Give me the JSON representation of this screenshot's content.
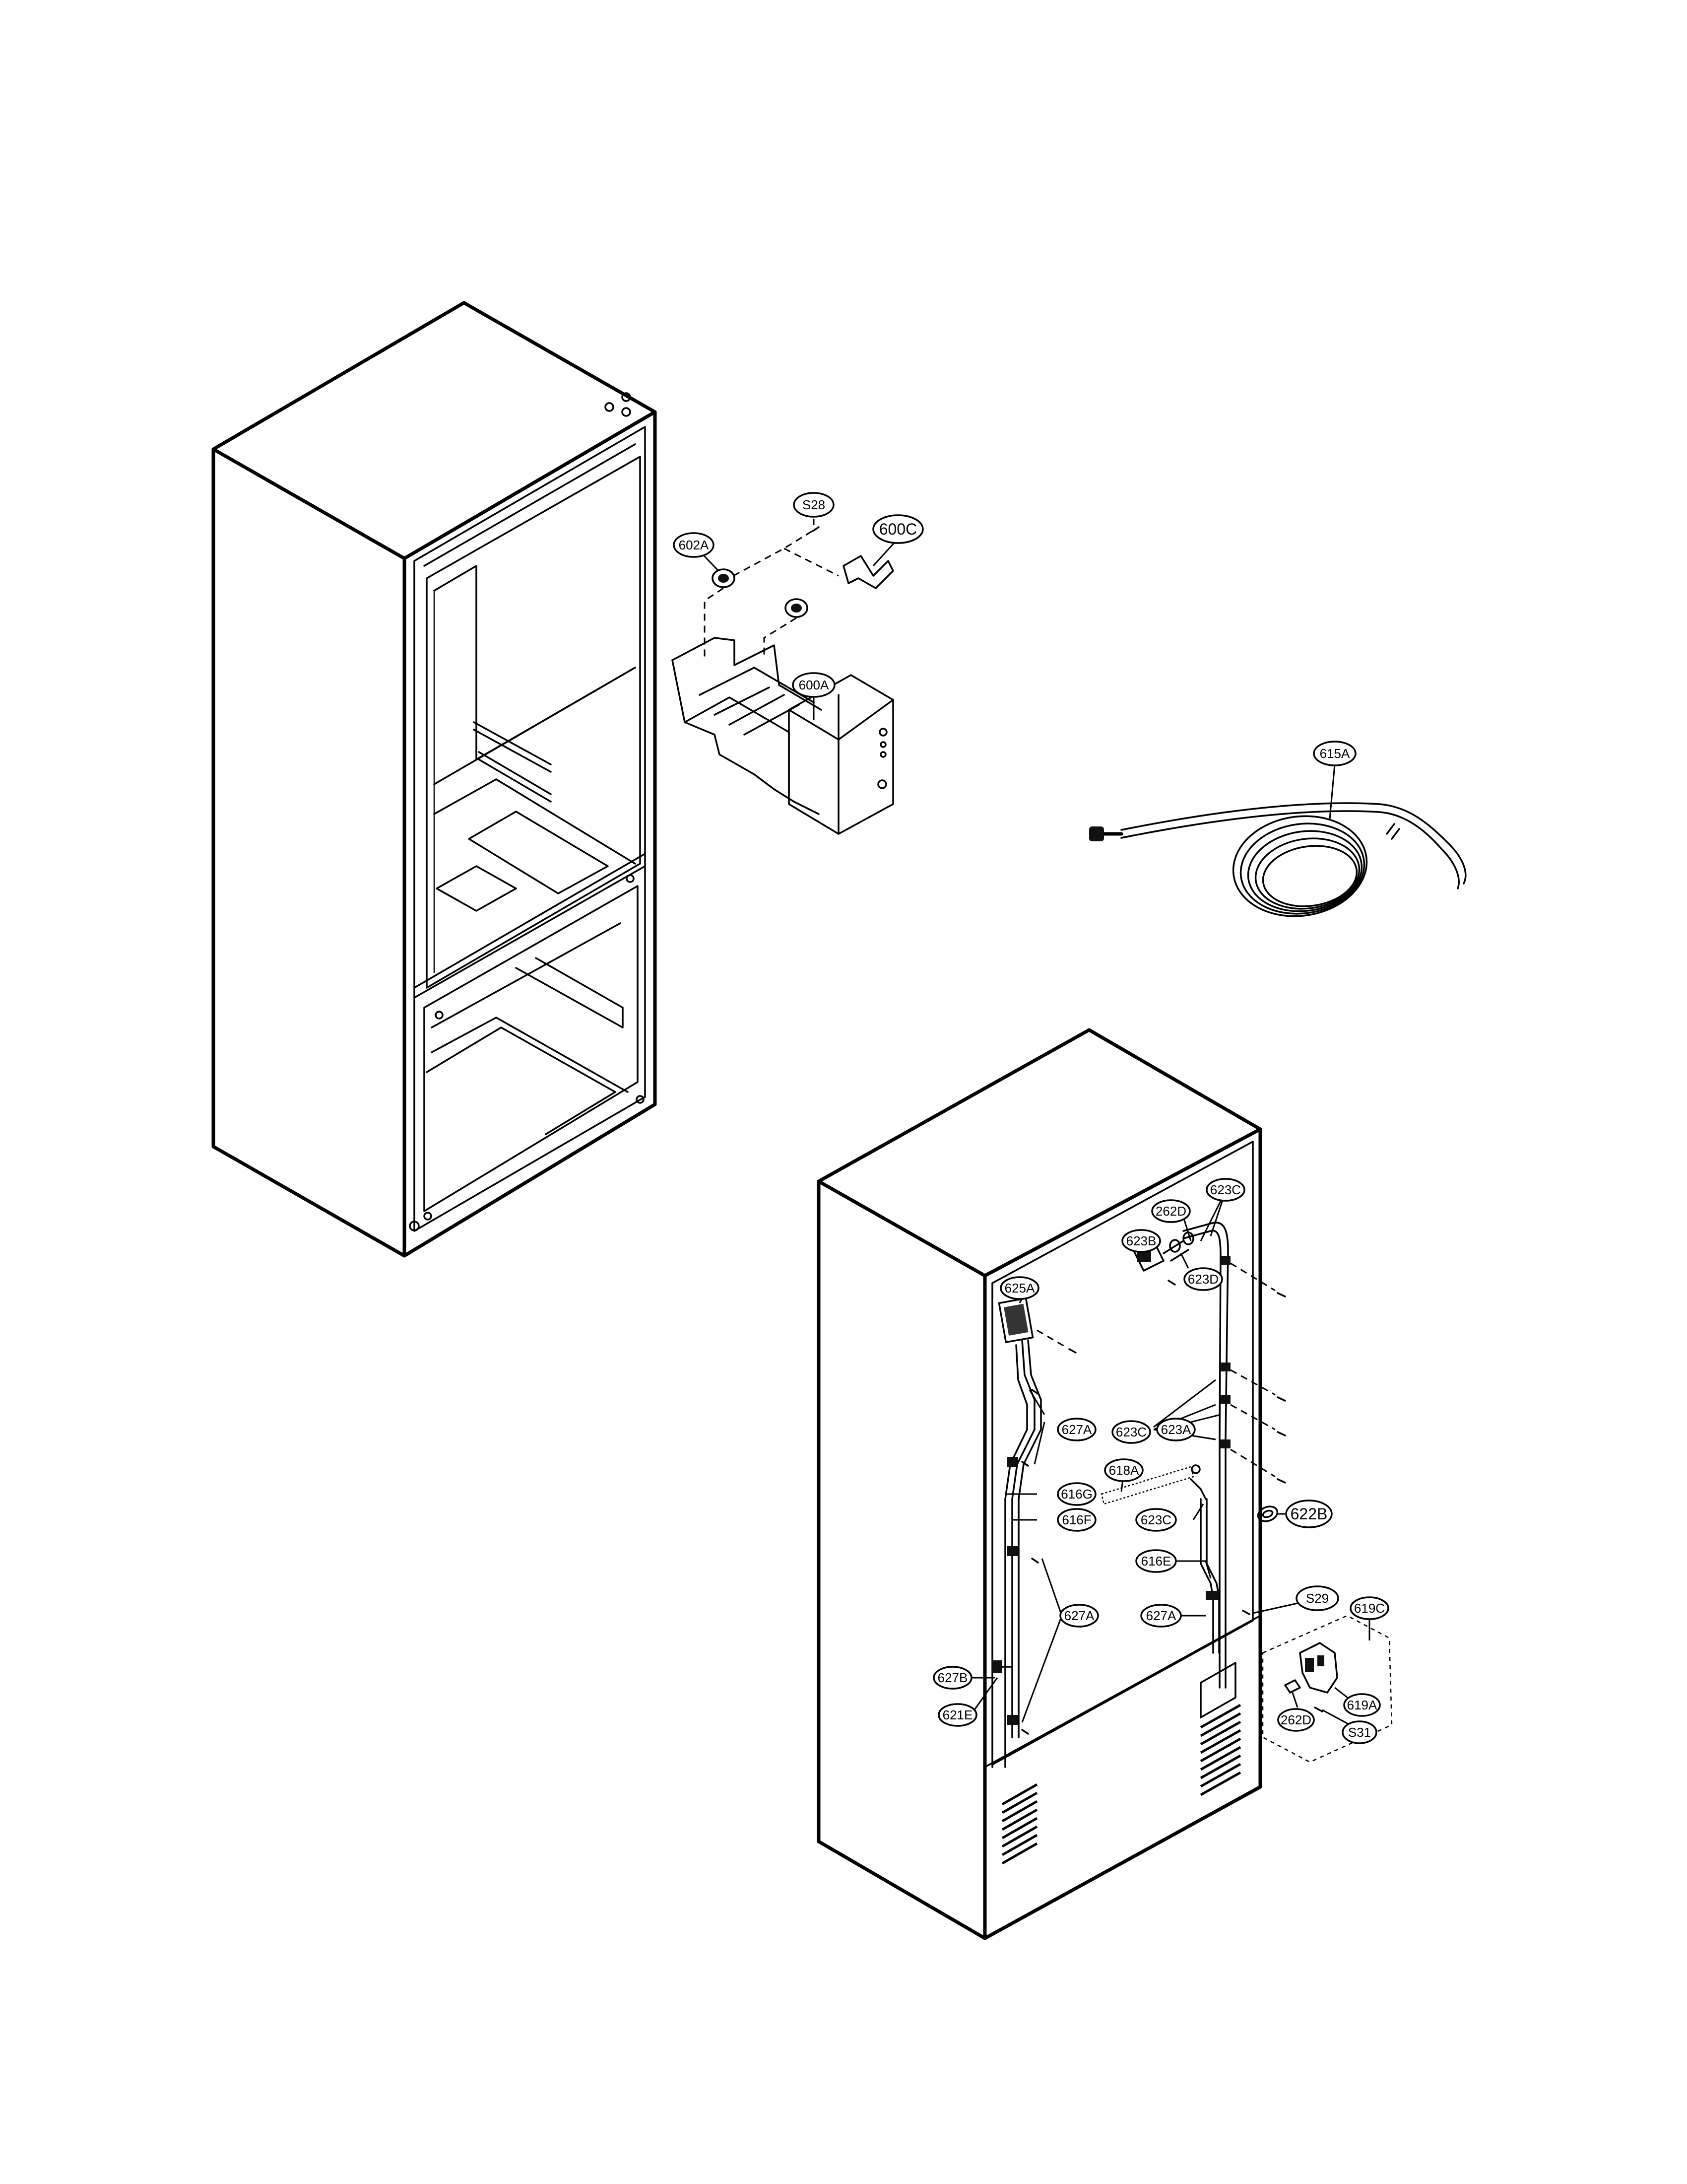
{
  "diagram": {
    "callouts": {
      "c_S28": "S28",
      "c_602A": "602A",
      "c_600C": "600C",
      "c_600A": "600A",
      "c_615A": "615A",
      "c_262D_top": "262D",
      "c_623C_top": "623C",
      "c_623B": "623B",
      "c_623D": "623D",
      "c_625A": "625A",
      "c_627A_1": "627A",
      "c_623C_mid": "623C",
      "c_623A": "623A",
      "c_618A": "618A",
      "c_616G": "616G",
      "c_616F": "616F",
      "c_623C_low": "623C",
      "c_622B": "622B",
      "c_616E": "616E",
      "c_S29": "S29",
      "c_627A_2": "627A",
      "c_627A_3": "627A",
      "c_619C": "619C",
      "c_627B": "627B",
      "c_621E": "621E",
      "c_262D_low": "262D",
      "c_619A": "619A",
      "c_S31": "S31"
    }
  }
}
